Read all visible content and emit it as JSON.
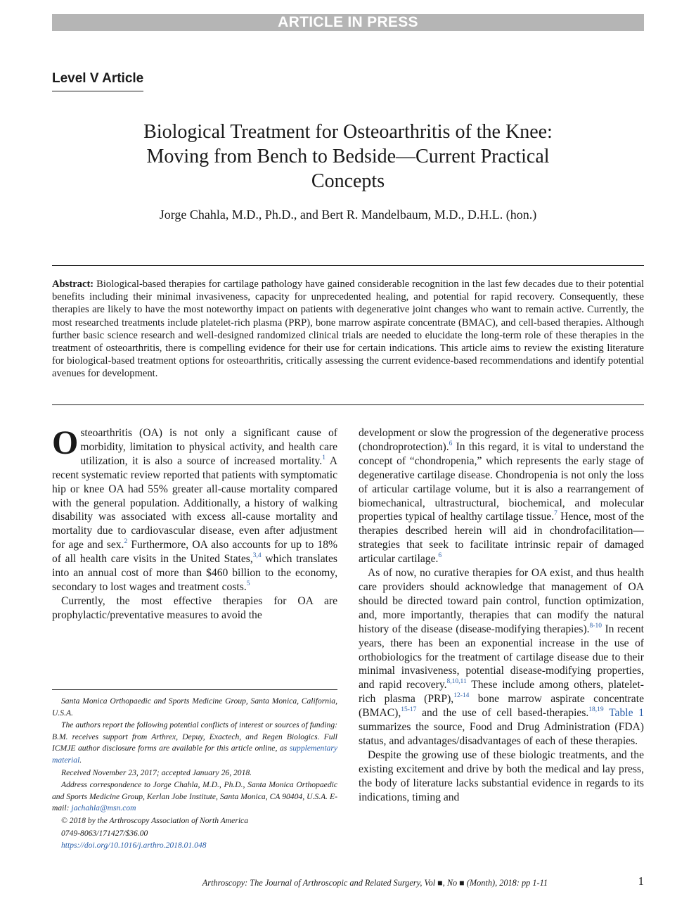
{
  "banner": "ARTICLE IN PRESS",
  "level": "Level V Article",
  "title_lines": [
    "Biological Treatment for Osteoarthritis of the Knee:",
    "Moving from Bench to Bedside—Current Practical",
    "Concepts"
  ],
  "authors": "Jorge Chahla, M.D., Ph.D., and Bert R. Mandelbaum, M.D., D.H.L. (hon.)",
  "abstract": {
    "label": "Abstract:",
    "text": "Biological-based therapies for cartilage pathology have gained considerable recognition in the last few decades due to their potential benefits including their minimal invasiveness, capacity for unprecedented healing, and potential for rapid recovery. Consequently, these therapies are likely to have the most noteworthy impact on patients with degen­erative joint changes who want to remain active. Currently, the most researched treatments include platelet-rich plasma (PRP), bone marrow aspirate concentrate (BMAC), and cell-based therapies. Although further basic science research and well-designed randomized clinical trials are needed to elucidate the long-term role of these therapies in the treatment of osteoarthritis, there is compelling evidence for their use for certain indications. This article aims to review the existing literature for biological-based treatment options for osteoarthritis, critically assessing the current evidence-based recom­mendations and identify potential avenues for development."
  },
  "body": {
    "left": {
      "p1": {
        "dropcap": "O",
        "t1": "steoarthritis (OA) is not only a significant cause of morbidity, limitation to physical activity, and health care utilization, it is also a source of increased mortality.",
        "r1": "1",
        "t2": " A recent systematic review reported that patients with symptomatic hip or knee OA had 55% greater all-cause mortality compared with the general population. Additionally, a history of walking disability was associated with excess all-cause mortality and mortality due to cardiovascular disease, even after adjustment for age and sex.",
        "r2": "2",
        "t3": " Furthermore, OA also accounts for up to 18% of all health care visits in the United States,",
        "r3": "3,4",
        "t4": " which translates into an annual cost of more than $460 billion to the economy, secondary to lost wages and treatment costs.",
        "r4": "5"
      },
      "p2": "Currently, the most effective therapies for OA are prophylactic/preventative measures to avoid the"
    },
    "right": {
      "p1": {
        "t1": "development or slow the progression of the degenera­tive process (chondroprotection).",
        "r1": "6",
        "t2": " In this regard, it is vital to understand the concept of “chondropenia,” which represents the early stage of degenerative carti­lage disease. Chondropenia is not only the loss of articular cartilage volume, but it is also a rearrangement of biomechanical, ultrastructural, biochemical, and molecular properties typical of healthy cartilage tissue.",
        "r2": "7",
        "t3": " Hence, most of the therapies described herein will aid in chondrofacilitation—strategies that seek to facilitate intrinsic repair of damaged articular cartilage.",
        "r3": "6"
      },
      "p2": {
        "t1": "As of now, no curative therapies for OA exist, and thus health care providers should acknowledge that management of OA should be directed toward pain control, function optimization, and, more importantly, therapies that can modify the natural history of the dis­ease (disease-modifying therapies).",
        "r1": "8-10",
        "t2": " In recent years, there has been an exponential increase in the use of orthobiologics for the treatment of cartilage disease due to their minimal invasiveness, potential disease-modifying properties, and rapid recovery.",
        "r2": "8,10,11",
        "t3": " These include among others, platelet-rich plasma (PRP),",
        "r3": "12-14",
        "t4": " bone marrow aspirate concentrate (BMAC),",
        "r4": "15-17",
        "t5": " and the use of cell based-therapies.",
        "r5": "18,19",
        "table_link": "Table 1",
        "t6": " summarizes the source, Food and Drug Administration (FDA) status, and advantages/disadvantages of each of these therapies."
      },
      "p3": "Despite the growing use of these biologic treatments, and the existing excitement and drive by both the medical and lay press, the body of literature lacks sub­stantial evidence in regards to its indications, timing and"
    }
  },
  "footnotes": {
    "affiliation": "Santa Monica Orthopaedic and Sports Medicine Group, Santa Monica, California, U.S.A.",
    "conflicts": "The authors report the following potential conflicts of interest or sources of funding: B.M. receives support from Arthrex, Depuy, Exactech, and Regen Biologics. Full ICMJE author disclosure forms are available for this article online, as",
    "supplementary_link": "supplementary material",
    "received": "Received November 23, 2017; accepted January 26, 2018.",
    "address": "Address correspondence to Jorge Chahla, M.D., Ph.D., Santa Monica Orthopaedic and Sports Medicine Group, Kerlan Jobe Institute, Santa Monica, CA 90404, U.S.A. E-mail:",
    "email": "jachahla@msn.com",
    "copyright": "© 2018 by the Arthroscopy Association of North America",
    "issn": "0749-8063/171427/$36.00",
    "doi": "https://doi.org/10.1016/j.arthro.2018.01.048"
  },
  "footer": {
    "journal": "Arthroscopy: The Journal of Arthroscopic and Related Surgery, Vol ■, No ■ (Month), 2018: pp 1-11",
    "page": "1"
  }
}
